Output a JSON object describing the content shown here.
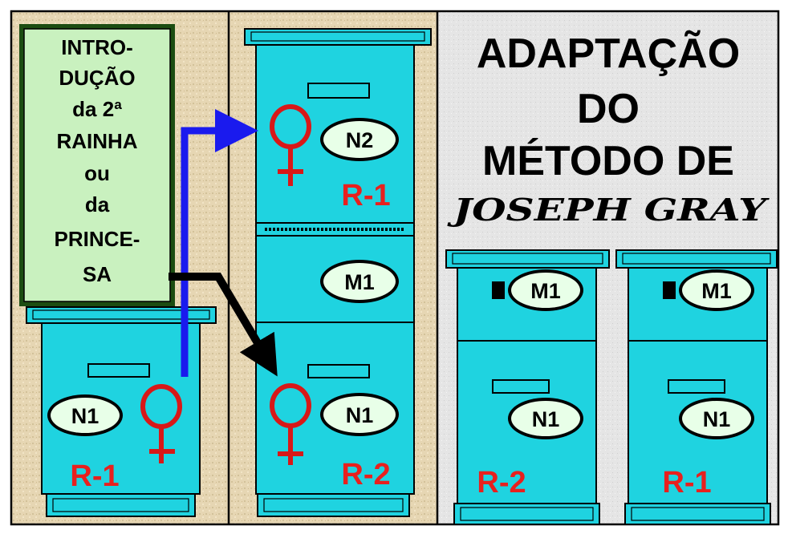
{
  "title": {
    "line1": "ADAPTAÇÃO",
    "line2": "DO",
    "line3": "MÉTODO DE",
    "line4": "JOSEPH GRAY"
  },
  "intro_box": {
    "lines": [
      "INTRO-",
      "DUÇÃO",
      "da 2ª",
      "RAINHA",
      "ou",
      "da",
      "PRINCE-",
      "SA"
    ]
  },
  "hive_left": {
    "label": "R-1",
    "nucleus": "N1"
  },
  "hive_middle": {
    "top_label": "R-1",
    "top_nucleus": "N2",
    "middle_nucleus": "M1",
    "bottom_label": "R-2",
    "bottom_nucleus": "N1"
  },
  "hive_right_a": {
    "label": "R-2",
    "upper_nucleus": "M1",
    "lower_nucleus": "N1"
  },
  "hive_right_b": {
    "label": "R-1",
    "upper_nucleus": "M1",
    "lower_nucleus": "N1"
  },
  "colors": {
    "hive": "#1fd3e0",
    "label_red": "#e8201e",
    "queen_red": "#d81818",
    "arrow_blue": "#1a1aee",
    "arrow_black": "#000000",
    "intro_bg": "#c9f1bf",
    "ellipse_fill": "#e8ffe8"
  },
  "symbols": {
    "queen": "female-symbol"
  }
}
